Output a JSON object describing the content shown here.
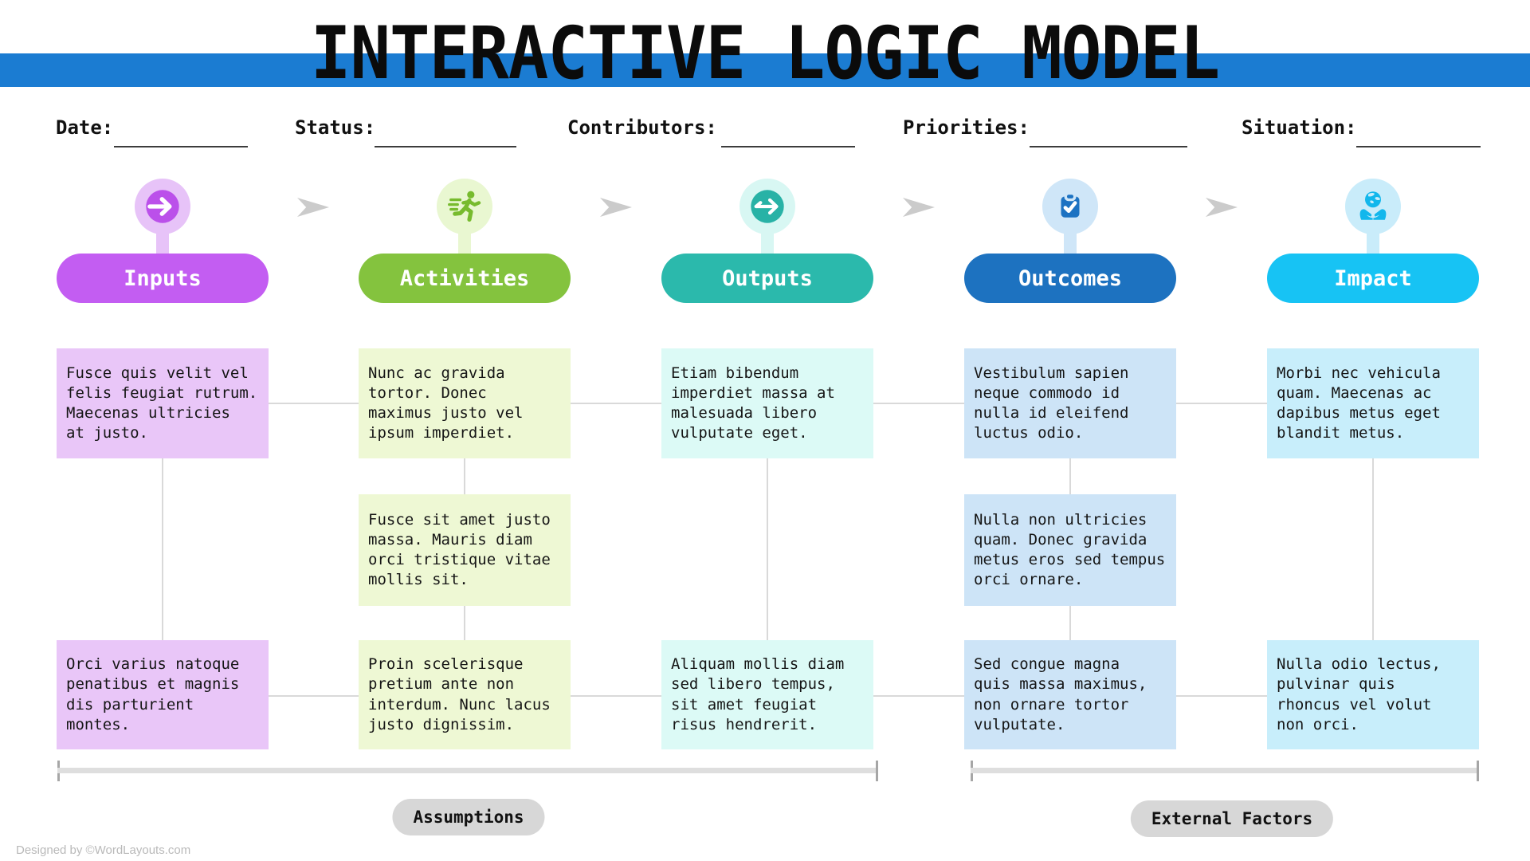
{
  "title": "INTERACTIVE LOGIC MODEL",
  "theme": {
    "banner_blue": "#1b7cd2",
    "connector_gray": "#d9d9d9",
    "flow_arrow_gray": "#cbcbcb",
    "bottom_pill_gray": "#d7d7d7"
  },
  "header_fields": [
    {
      "label": "Date:"
    },
    {
      "label": "Status:"
    },
    {
      "label": "Contributors:"
    },
    {
      "label": "Priorities:"
    },
    {
      "label": "Situation:"
    }
  ],
  "columns": [
    {
      "label": "Inputs",
      "icon": "sign-in-arrow-icon",
      "accent": "#c35df2",
      "light": "#e7c3f8",
      "box_bg": "#e9c6f8",
      "boxes": [
        {
          "row": 1,
          "text": "Fusce quis velit vel\nfelis feugiat rutrum.\nMaecenas ultricies\nat justo."
        },
        {
          "row": 3,
          "text": "Orci varius natoque\npenatibus et magnis\ndis parturient\nmontes."
        }
      ]
    },
    {
      "label": "Activities",
      "icon": "runner-icon",
      "accent": "#84c33e",
      "light": "#e9f7d1",
      "box_bg": "#eef8d4",
      "boxes": [
        {
          "row": 1,
          "text": "Nunc ac gravida\ntortor. Donec\nmaximus justo vel\nipsum imperdiet."
        },
        {
          "row": 2,
          "text": "Fusce sit amet justo\nmassa. Mauris diam\norci tristique vitae\nmollis sit."
        },
        {
          "row": 3,
          "text": "Proin scelerisque\npretium ante non\ninterdum. Nunc lacus\njusto dignissim."
        }
      ]
    },
    {
      "label": "Outputs",
      "icon": "depart-arrow-icon",
      "accent": "#2bb9ac",
      "light": "#d8f7f3",
      "box_bg": "#dcfaf6",
      "boxes": [
        {
          "row": 1,
          "text": "Etiam bibendum\nimperdiet massa at\nmalesuada libero\nvulputate eget."
        },
        {
          "row": 3,
          "text": "Aliquam mollis diam\nsed libero tempus,\nsit amet feugiat\nrisus hendrerit."
        }
      ]
    },
    {
      "label": "Outcomes",
      "icon": "clipboard-check-icon",
      "accent": "#1d72c0",
      "light": "#cfe6f8",
      "box_bg": "#cde4f7",
      "boxes": [
        {
          "row": 1,
          "text": "Vestibulum sapien\nneque commodo id\nnulla id eleifend\nluctus odio."
        },
        {
          "row": 2,
          "text": "Nulla non ultricies\nquam. Donec gravida\nmetus eros sed tempus\norci ornare."
        },
        {
          "row": 3,
          "text": "Sed congue magna\nquis massa maximus,\nnon ornare tortor\nvulputate."
        }
      ]
    },
    {
      "label": "Impact",
      "icon": "hands-globe-icon",
      "accent": "#17c3f4",
      "light": "#c9ecfa",
      "box_bg": "#c8eefb",
      "boxes": [
        {
          "row": 1,
          "text": "Morbi nec vehicula\nquam. Maecenas ac\ndapibus metus eget\nblandit metus."
        },
        {
          "row": 3,
          "text": "Nulla odio lectus,\npulvinar quis\nrhoncus vel volut\nnon orci."
        }
      ]
    }
  ],
  "bottom_labels": {
    "assumptions": "Assumptions",
    "external_factors": "External Factors"
  },
  "credit": "Designed by ©WordLayouts.com"
}
